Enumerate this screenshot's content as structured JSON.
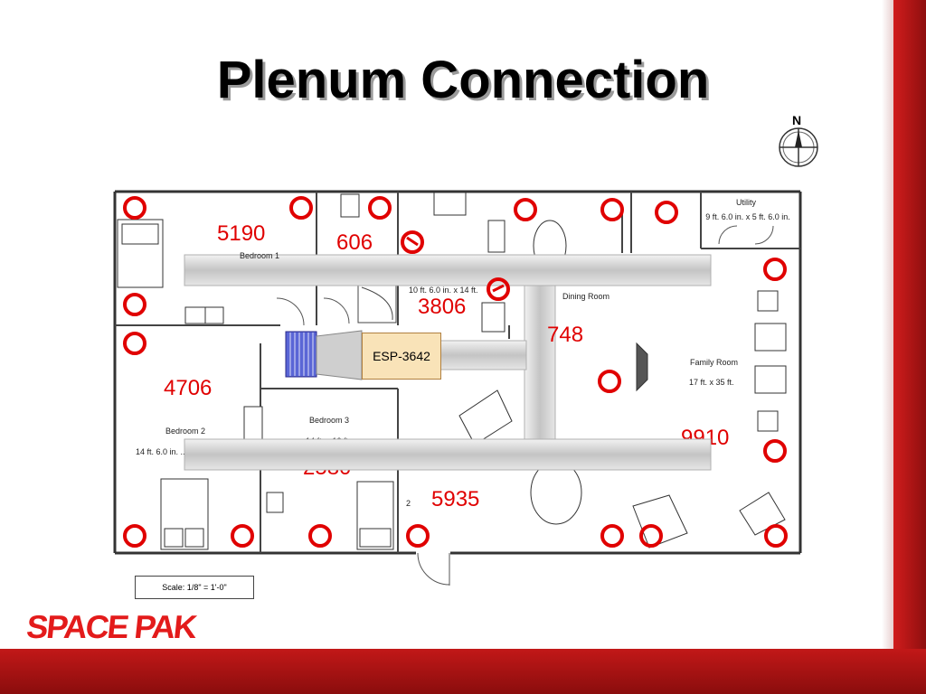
{
  "slide": {
    "title": "Plenum Connection",
    "colors": {
      "frame": "#c21818",
      "outlet": "#e00000",
      "duct": "#d8d8d8",
      "esp_box": "#f9e3b8"
    }
  },
  "plan": {
    "cfm_labels": [
      "5190",
      "606",
      "3806",
      "748",
      "4706",
      "2580",
      "5935",
      "9910"
    ],
    "air_handler": "ESP-3642",
    "rooms": {
      "bedroom1": "Bedroom 1",
      "bedroom2": "Bedroom 2",
      "bedroom2_size": "14 ft. 6.0 in. ...",
      "bedroom3": "Bedroom 3",
      "bedroom3_size": "14 ft. x 10 ft.",
      "utility": "Utility",
      "utility_size": "9 ft. 6.0 in. x 5 ft. 6.0 in.",
      "dining": "Dining Room",
      "kitchen_size": "10 ft. 6.0 in. x 14 ft.",
      "family": "Family Room",
      "family_size": "17 ft. x 35 ft."
    },
    "misc_mark": "2",
    "scale": "Scale:  1/8\" = 1'-0\"",
    "compass": "N"
  },
  "brand": {
    "logo_text": "SPACE PAK"
  }
}
